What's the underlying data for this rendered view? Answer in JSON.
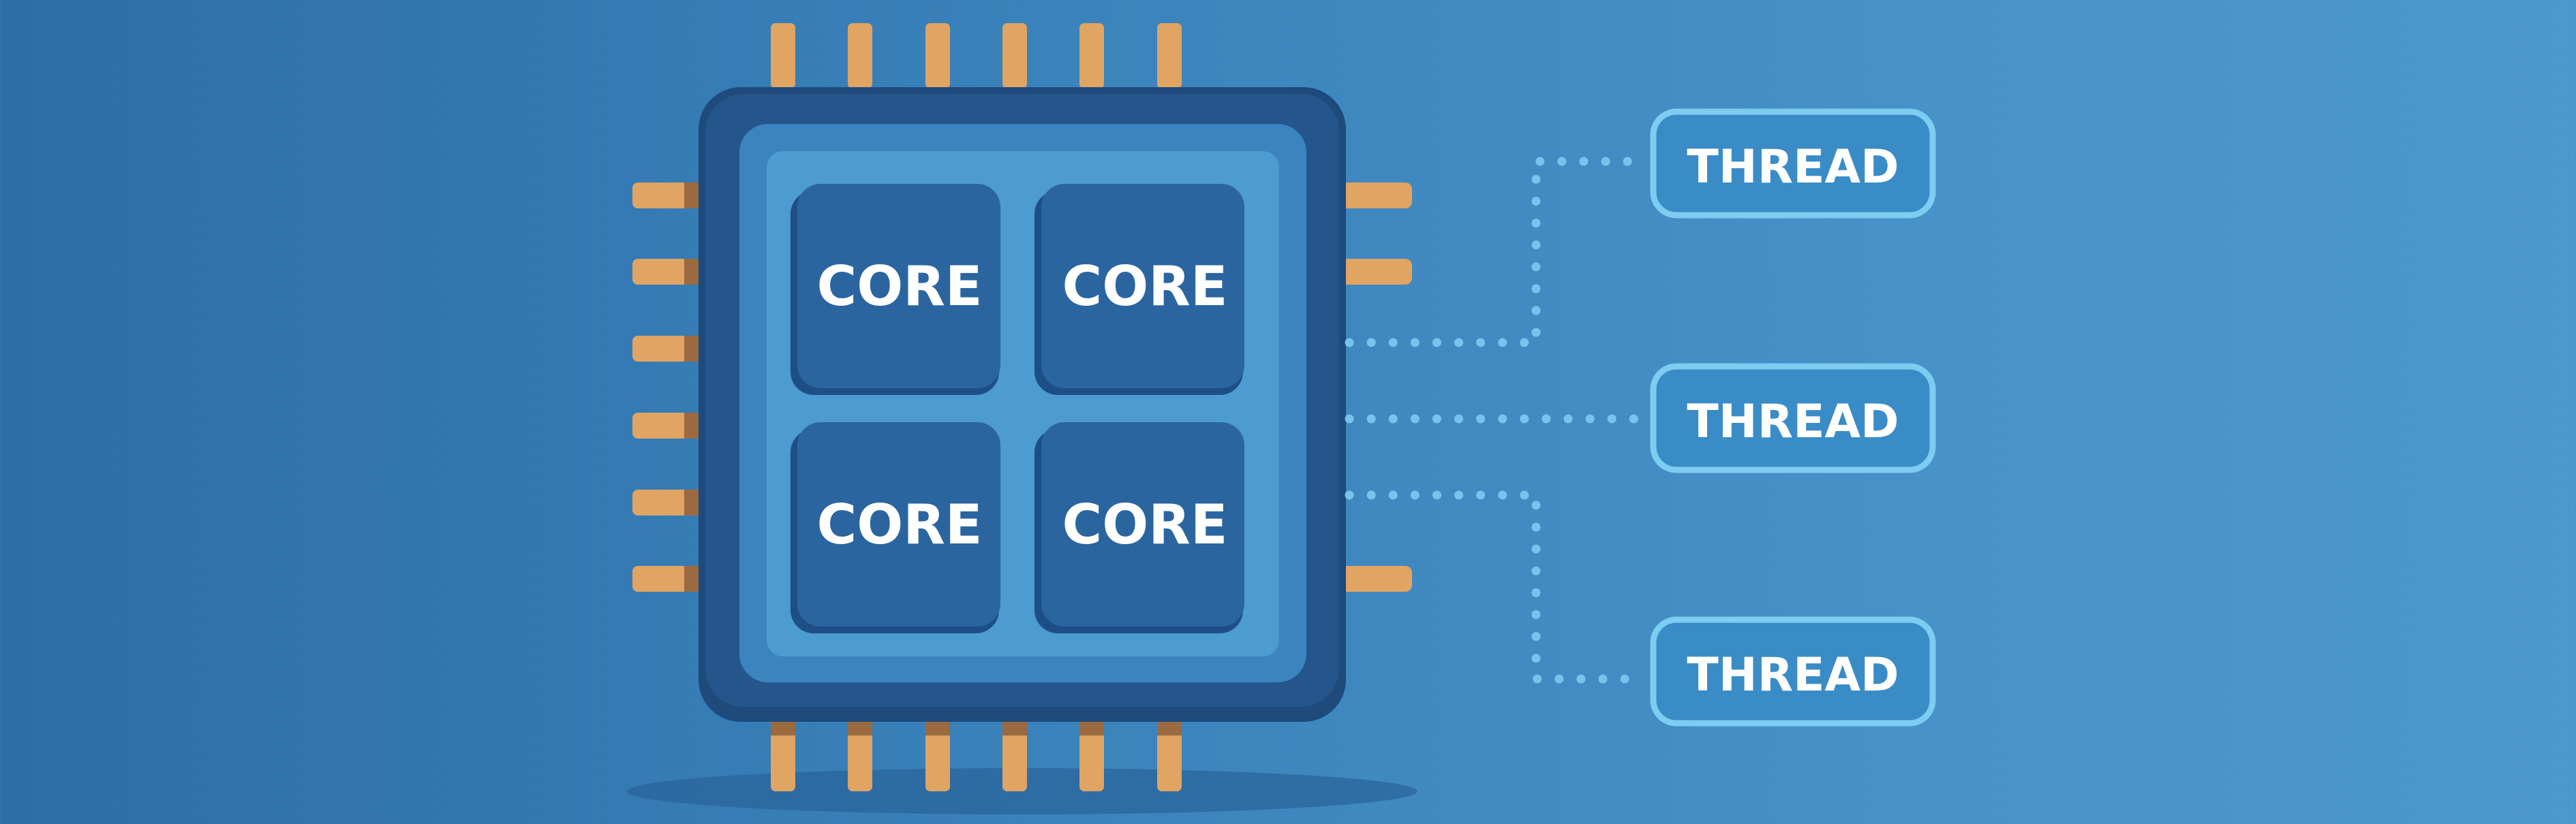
{
  "diagram": {
    "cores": [
      {
        "label": "CORE"
      },
      {
        "label": "CORE"
      },
      {
        "label": "CORE"
      },
      {
        "label": "CORE"
      }
    ],
    "threads": [
      {
        "label": "THREAD"
      },
      {
        "label": "THREAD"
      },
      {
        "label": "THREAD"
      }
    ]
  },
  "colors": {
    "background_left": "#2d6ea8",
    "background_right": "#4c99cd",
    "chip_frame": "#1f4a7c",
    "chip_inner": "#3b84c0",
    "die": "#4c9bd1",
    "core_fill": "#2a65a0",
    "core_shadow": "#1d4f86",
    "pin": "#e0a463",
    "pin_dark": "#9a6a40",
    "connector_dots": "#74c4ec",
    "thread_border": "#7dcdf1",
    "thread_fill": "#3a8cc7",
    "label_text": "#ffffff"
  }
}
